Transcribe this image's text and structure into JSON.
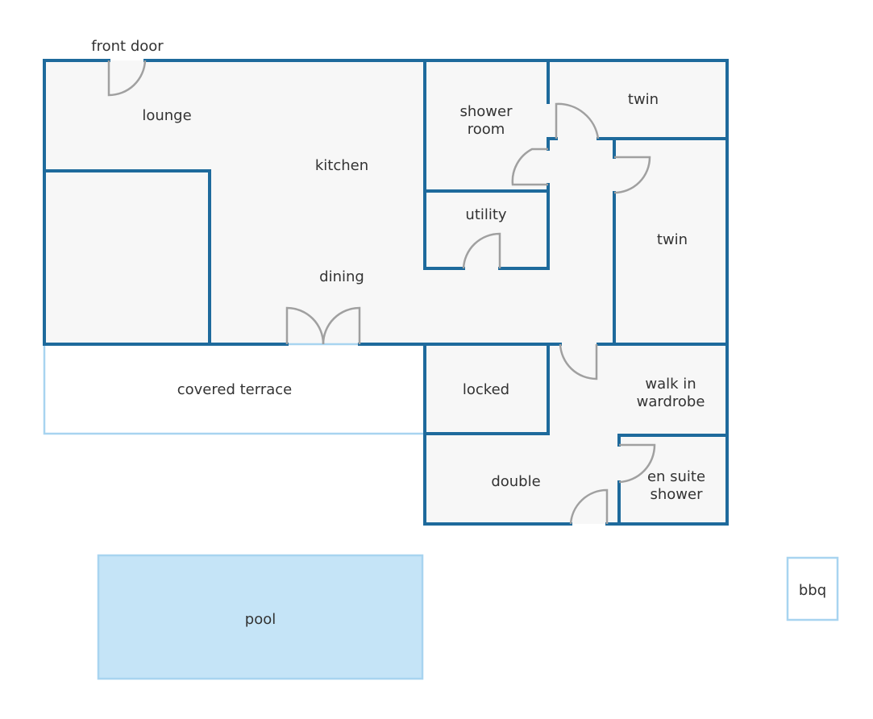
{
  "labels": {
    "front_door": "front door",
    "lounge": "lounge",
    "kitchen": "kitchen",
    "dining": "dining",
    "shower_room_1": "shower",
    "shower_room_2": "room",
    "twin_top": "twin",
    "utility": "utility",
    "twin_right": "twin",
    "covered_terrace": "covered terrace",
    "locked": "locked",
    "walk_in_1": "walk in",
    "walk_in_2": "wardrobe",
    "double": "double",
    "en_suite_1": "en suite",
    "en_suite_2": "shower",
    "pool": "pool",
    "bbq": "bbq"
  },
  "colors": {
    "wall": "#1e6a9c",
    "light_outline": "#a8d4f0",
    "pool_fill": "#c5e4f7",
    "room_fill": "#f7f7f7",
    "door": "#a0a0a0",
    "text": "#333333"
  }
}
